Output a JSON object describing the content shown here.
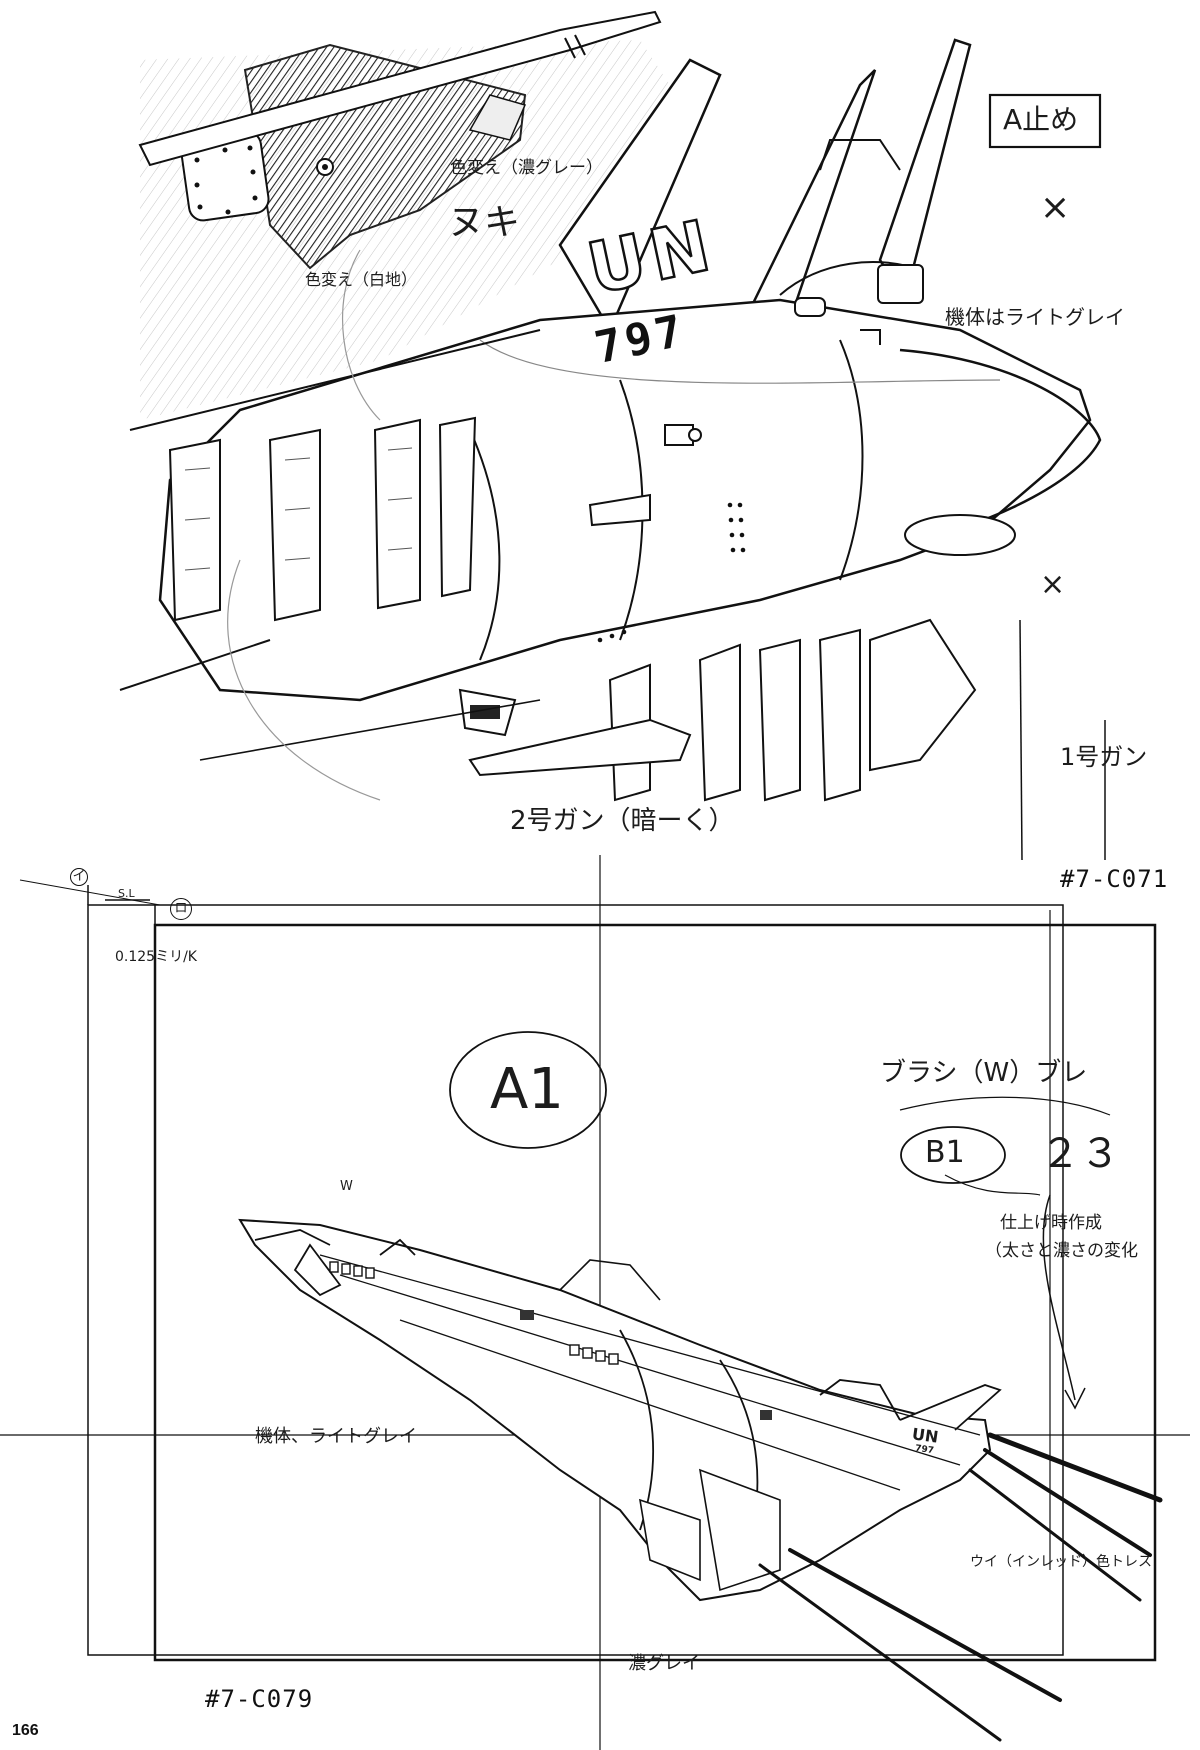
{
  "page": {
    "page_number": "166"
  },
  "cut_upper": {
    "label": "#7-C071",
    "box_note": "A止め",
    "notes": {
      "color_change_dark": "色変え（濃グレー）",
      "nuki": "ヌキ",
      "color_change_white": "色変え（白地）",
      "body_light_gray": "機体はライトグレイ",
      "gun_1": "1号ガン",
      "gun_2": "2号ガン（暗ーく）"
    },
    "markings": {
      "un_text": "UN",
      "serial": "797"
    },
    "cross_marks": [
      "×",
      "×"
    ]
  },
  "cut_lower": {
    "label": "#7-C079",
    "frame_marks": {
      "left_mark": "イ",
      "sl": "S.L",
      "right_mark": "ロ",
      "speed": "0.125ミリ/K"
    },
    "cel_notes": {
      "a1": "A1",
      "brush_blur": "ブラシ（W）ブレ",
      "b1": "B1",
      "b_sequence": "２３",
      "finishing_note_1": "仕上げ時作成",
      "finishing_note_2": "（太さと濃さの変化",
      "body_note": "機体、ライトグレイ",
      "dark_gray": "濃グレイ",
      "w_mark": "W",
      "inlet_note": "ウイ（インレッド）色トレス"
    },
    "markings": {
      "un_text": "UN",
      "serial": "797"
    }
  }
}
